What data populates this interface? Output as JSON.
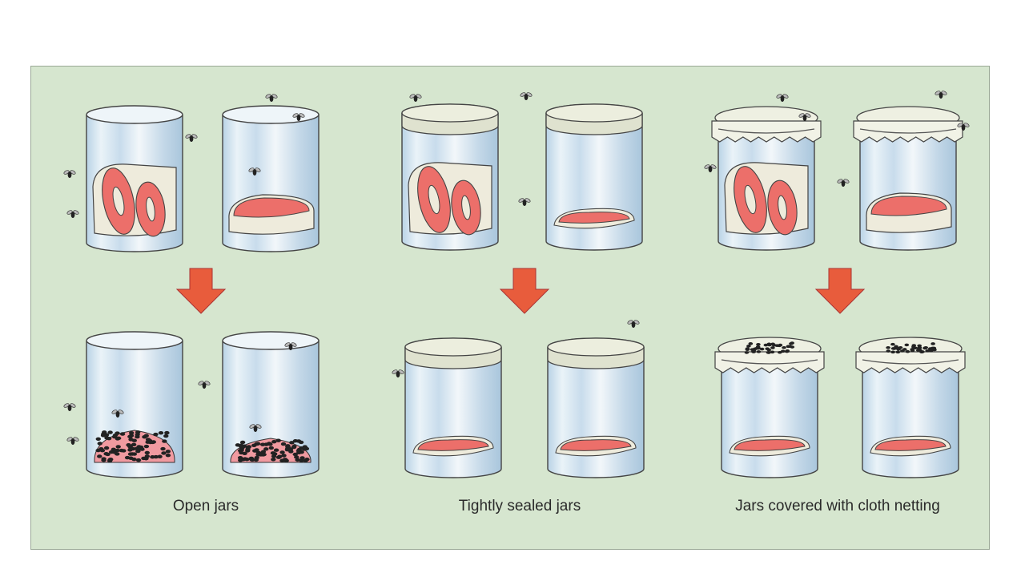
{
  "captions": {
    "open": "Open jars",
    "sealed": "Tightly sealed jars",
    "cloth": "Jars covered with cloth netting"
  },
  "colors": {
    "background_panel": "#d6e6cf",
    "meat": "#ec6f6a",
    "fat": "#eeebdc",
    "arrow": "#e85c3c",
    "jar_glass": "#dcebf2",
    "lid": "#dfe2cf"
  },
  "icons": {
    "arrow": "down-arrow-icon",
    "fly": "fly-icon"
  }
}
